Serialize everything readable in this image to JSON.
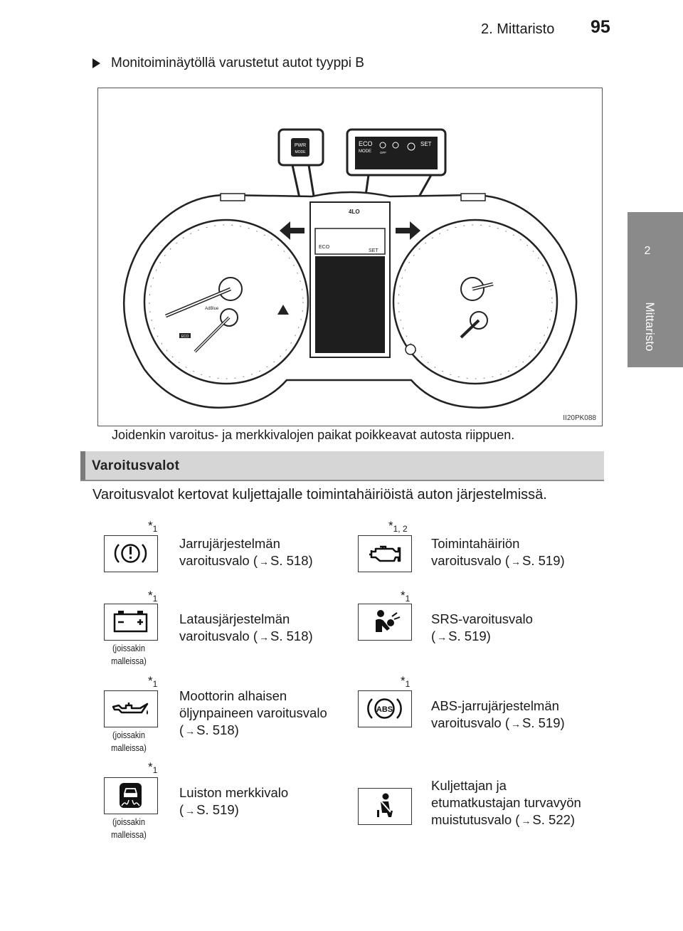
{
  "header": {
    "chapter": "2. Mittaristo",
    "page_number": "95"
  },
  "side_tab": {
    "number": "2",
    "label": "Mittaristo"
  },
  "subheading": "Monitoiminäytöllä varustetut autot tyyppi B",
  "figure": {
    "code": "II20PK088",
    "labels": {
      "pwr": "PWR",
      "mode": "MODE",
      "eco": "ECO",
      "eco_mode": "MODE",
      "set": "SET",
      "off": "OFF",
      "four_lo": "4LO",
      "adblue": "AdBlue",
      "eco_small": "ECO"
    }
  },
  "caption": "Joidenkin varoitus- ja merkkivalojen paikat poikkeavat autosta riippuen.",
  "section": {
    "title": "Varoitusvalot"
  },
  "intro": "Varoitusvalot kertovat kuljettajalle toimintahäiriöistä auton järjestelmissä.",
  "lights": [
    {
      "icon": "brake-warning-icon",
      "star": "*",
      "sup": "1",
      "desc1": "Jarrujärjestelmän",
      "desc2_pre": "varoitusvalo (",
      "desc2_ref": "S. 518)",
      "desc3": "",
      "note1": "",
      "note2": ""
    },
    {
      "icon": "check-engine-icon",
      "star": "*",
      "sup": "1, 2",
      "desc1": "Toimintahäiriön",
      "desc2_pre": "varoitusvalo (",
      "desc2_ref": "S. 519)",
      "desc3": "",
      "note1": "",
      "note2": ""
    },
    {
      "icon": "battery-icon",
      "star": "*",
      "sup": "1",
      "desc1": "Latausjärjestelmän",
      "desc2_pre": "varoitusvalo (",
      "desc2_ref": "S. 518)",
      "desc3": "",
      "note1": "(joissakin",
      "note2": "malleissa)"
    },
    {
      "icon": "srs-airbag-icon",
      "star": "*",
      "sup": "1",
      "desc1": "SRS-varoitusvalo",
      "desc2_pre": "(",
      "desc2_ref": "S. 519)",
      "desc3": "",
      "note1": "",
      "note2": ""
    },
    {
      "icon": "oil-pressure-icon",
      "star": "*",
      "sup": "1",
      "desc1": "Moottorin alhaisen",
      "desc2": "öljynpaineen varoitusvalo",
      "desc3_pre": "(",
      "desc3_ref": "S. 518)",
      "note1": "(joissakin",
      "note2": "malleissa)"
    },
    {
      "icon": "abs-icon",
      "star": "*",
      "sup": "1",
      "desc1": "ABS-jarrujärjestelmän",
      "desc2_pre": "varoitusvalo (",
      "desc2_ref": "S. 519)",
      "desc3": "",
      "note1": "",
      "note2": ""
    },
    {
      "icon": "slip-indicator-icon",
      "star": "*",
      "sup": "1",
      "desc1": "Luiston merkkivalo",
      "desc2_pre": "(",
      "desc2_ref": "S. 519)",
      "desc3": "",
      "note1": "(joissakin",
      "note2": "malleissa)"
    },
    {
      "icon": "seatbelt-reminder-icon",
      "star": "",
      "sup": "",
      "desc1": "Kuljettajan ja",
      "desc2": "etumatkustajan turvavyön",
      "desc3_pre": "muistutusvalo (",
      "desc3_ref": "S. 522)",
      "note1": "",
      "note2": ""
    }
  ],
  "arrow_symbol": "→"
}
